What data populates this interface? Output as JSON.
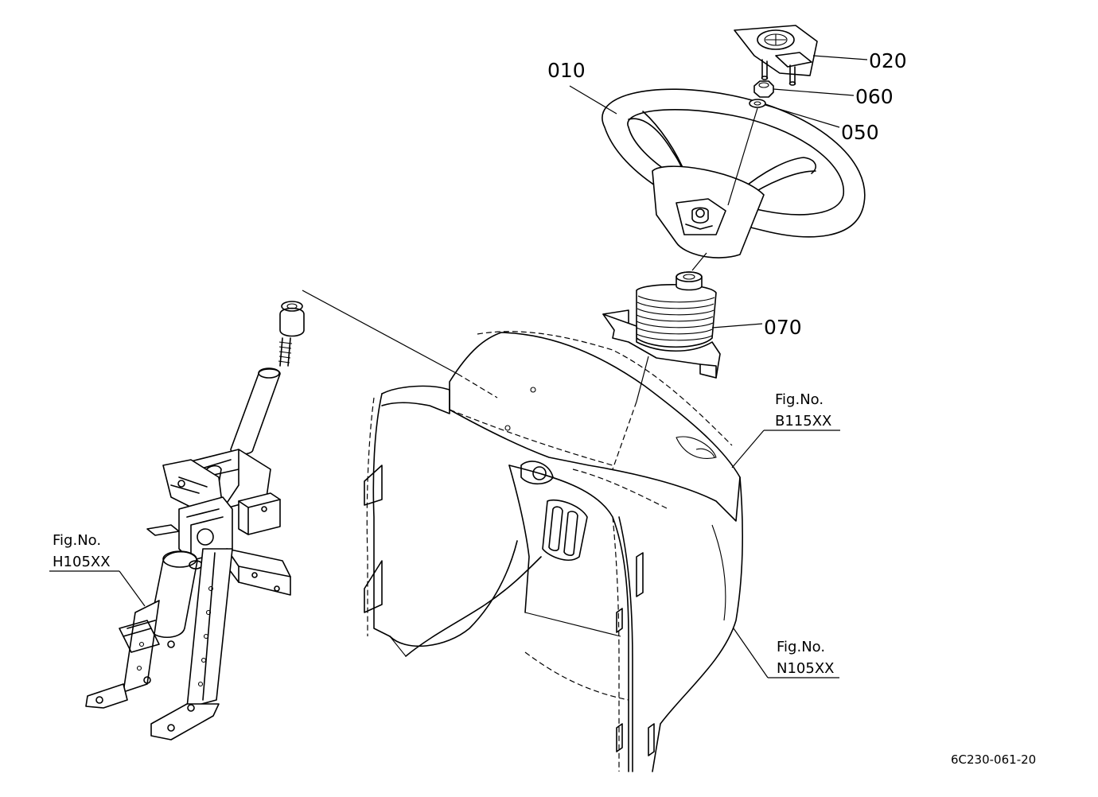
{
  "parts": [
    {
      "id": "010",
      "label": "010"
    },
    {
      "id": "020",
      "label": "020"
    },
    {
      "id": "060",
      "label": "060"
    },
    {
      "id": "050",
      "label": "050"
    },
    {
      "id": "070",
      "label": "070"
    }
  ],
  "figure_refs": [
    {
      "id": "b115",
      "line1": "Fig.No.",
      "line2": "B115XX"
    },
    {
      "id": "h105",
      "line1": "Fig.No.",
      "line2": "H105XX"
    },
    {
      "id": "n105",
      "line1": "Fig.No.",
      "line2": "N105XX"
    }
  ],
  "drawing_number": "6C230-061-20"
}
